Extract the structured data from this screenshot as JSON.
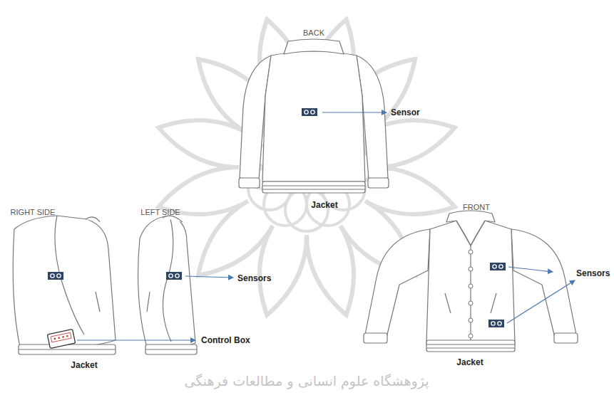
{
  "diagram": {
    "labels": [
      "BACK",
      "Sensor",
      "Jacket",
      "RIGHT SIDE",
      "LEFT SIDE",
      "Sensors",
      "Control Box",
      "FRONT",
      "Sensors",
      "Jacket",
      "Jacket",
      "پژوهشگاه علوم انسانی و مطالعات فرهنگی"
    ]
  }
}
